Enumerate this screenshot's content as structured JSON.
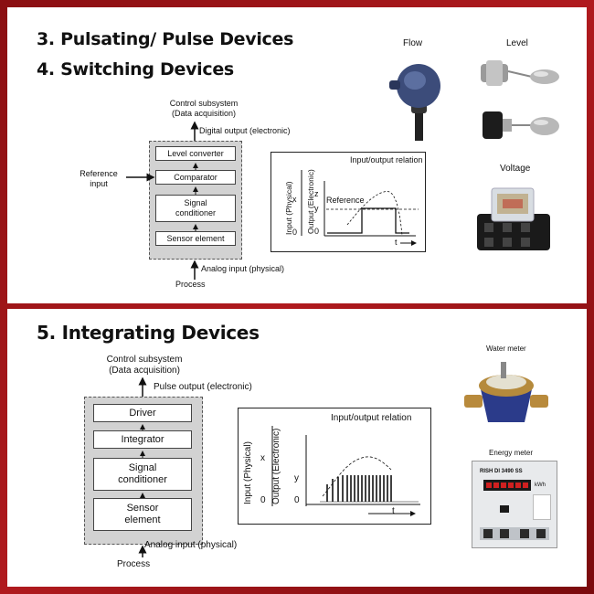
{
  "top": {
    "heading_3": "3. Pulsating/ Pulse Devices",
    "heading_4": "4. Switching Devices",
    "diagram": {
      "control_line1": "Control subsystem",
      "control_line2": "(Data acquisition)",
      "digital_output": "Digital output (electronic)",
      "reference_line1": "Reference",
      "reference_line2": "input",
      "blocks": [
        "Level converter",
        "Comparator",
        "Signal\nconditioner",
        "Sensor element"
      ],
      "analog_input": "Analog input (physical)",
      "process": "Process"
    },
    "graph": {
      "title": "Input/output relation",
      "y_left": "Input (Physical)",
      "y_right": "Output (Electronic)",
      "x_tick": "x",
      "z_tick": "z",
      "y_tick": "y",
      "zero_left": "0",
      "zero_right": "0",
      "reference": "Reference",
      "t_axis": "t"
    },
    "photos": {
      "flow": "Flow",
      "level": "Level",
      "voltage": "Voltage"
    }
  },
  "bottom": {
    "heading_5": "5. Integrating Devices",
    "diagram": {
      "control_line1": "Control subsystem",
      "control_line2": "(Data acquisition)",
      "pulse_output": "Pulse output (electronic)",
      "blocks": [
        "Driver",
        "Integrator",
        "Signal\nconditioner",
        "Sensor\nelement"
      ],
      "analog_input": "Analog input (physical)",
      "process": "Process"
    },
    "graph": {
      "title": "Input/output relation",
      "y_left": "Input (Physical)",
      "y_right": "Output (Electronic)",
      "x_tick": "x",
      "y_tick": "y",
      "zero_left": "0",
      "zero_right": "0",
      "t_axis": "t"
    },
    "photos": {
      "water_meter": "Water meter",
      "energy_meter": "Energy meter",
      "meter_brand": "RISH Dl 3490 SS",
      "meter_unit": "kWh"
    }
  }
}
